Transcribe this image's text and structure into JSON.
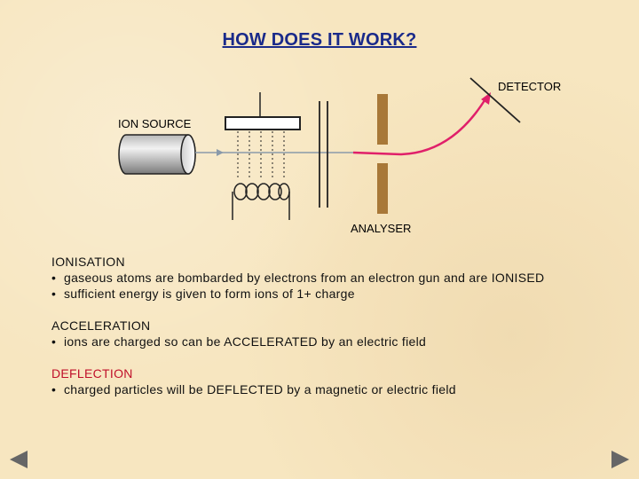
{
  "title": "HOW DOES IT WORK?",
  "diagram": {
    "labels": {
      "detector": "DETECTOR",
      "ion_source": "ION SOURCE",
      "analyser": "ANALYSER"
    },
    "colors": {
      "ion_beam": "#e0206a",
      "analyser_plates": "#a87838",
      "arrow": "#8a9aaa"
    }
  },
  "sections": [
    {
      "heading": "IONISATION",
      "heading_color": "#111111",
      "bullets": [
        "gaseous atoms are bombarded by electrons from an electron gun and are IONISED",
        "sufficient energy is given to form ions of 1+ charge"
      ]
    },
    {
      "heading": "ACCELERATION",
      "heading_color": "#111111",
      "bullets": [
        "ions are charged so can be ACCELERATED by an electric field"
      ]
    },
    {
      "heading": "DEFLECTION",
      "heading_color": "#c0102a",
      "bullets": [
        "charged particles will be DEFLECTED by a magnetic or electric field"
      ]
    }
  ],
  "navigation": {
    "prev_icon": "triangle-left-icon",
    "next_icon": "triangle-right-icon"
  }
}
